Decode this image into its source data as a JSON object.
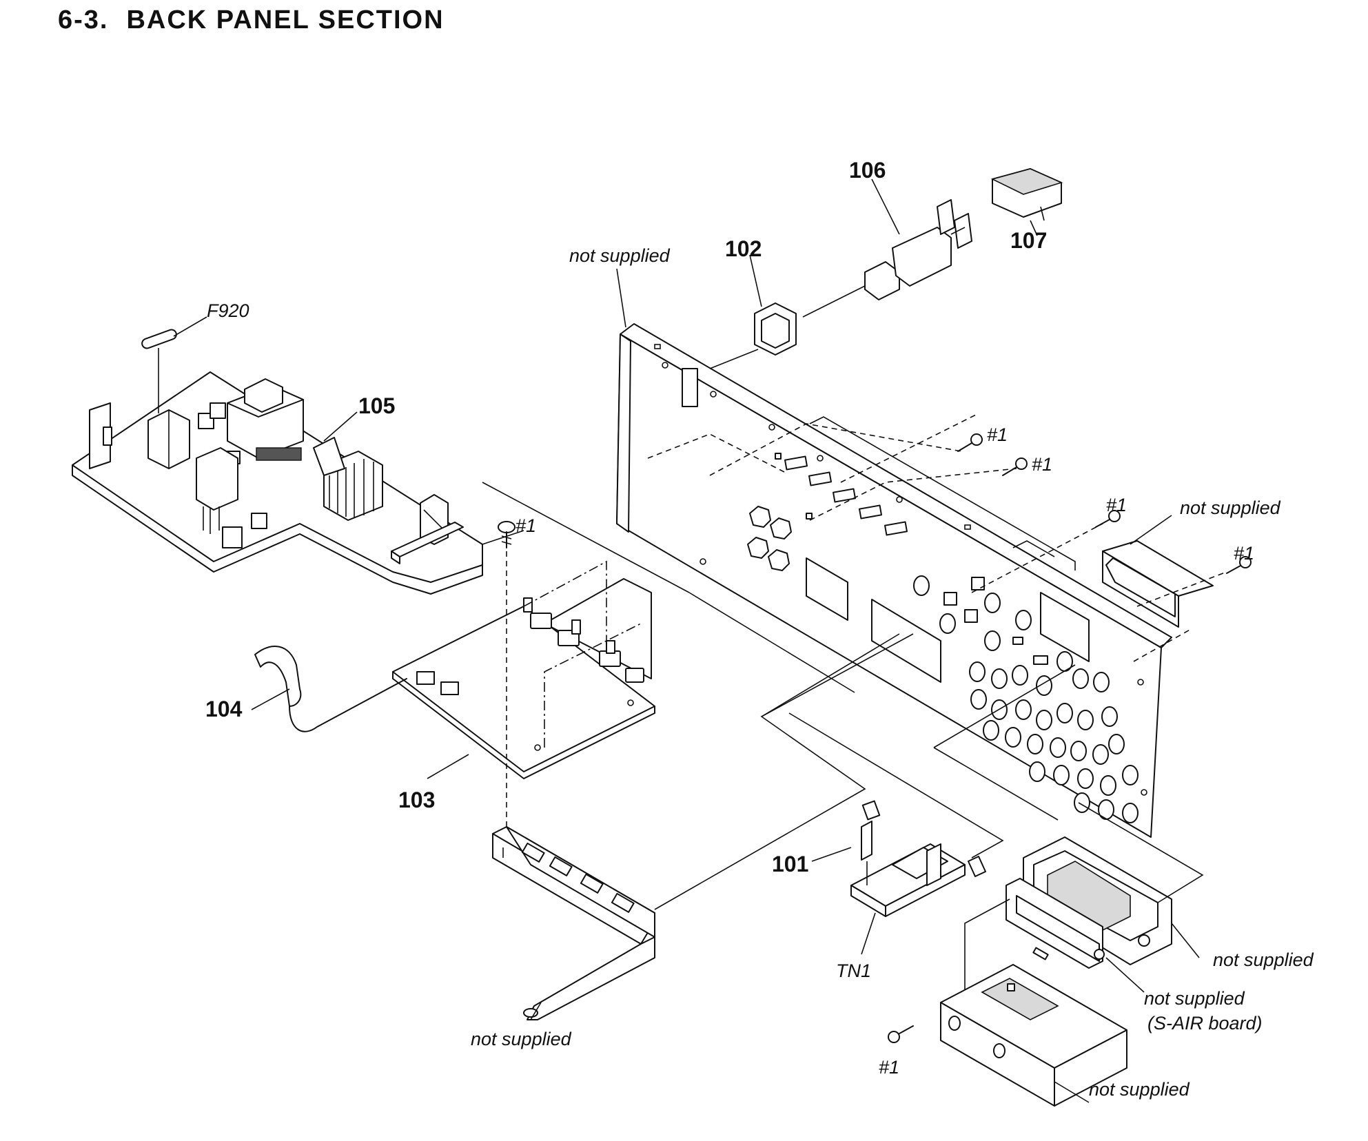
{
  "title": {
    "number": "6-3.",
    "text": "BACK PANEL SECTION"
  },
  "labels": {
    "p101": "101",
    "p102": "102",
    "p103": "103",
    "p104": "104",
    "p105": "105",
    "p106": "106",
    "p107": "107",
    "f920": "F920",
    "tn1": "TN1",
    "screw": "#1",
    "not_supplied": "not supplied",
    "s_air_board": "(S-AIR board)"
  }
}
